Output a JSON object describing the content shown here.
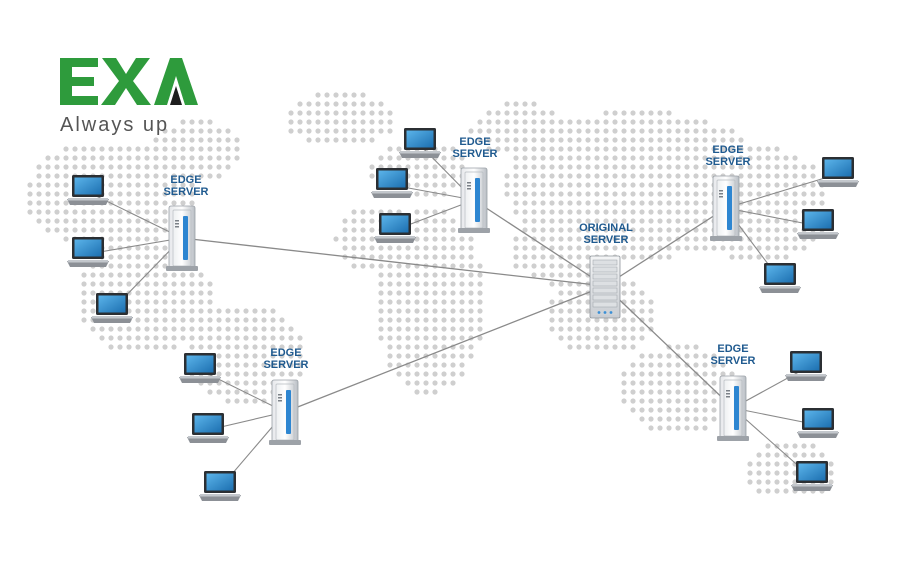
{
  "brand": {
    "logo_text": "EXA",
    "tagline": "Always up",
    "color": "#2e9b3c"
  },
  "colors": {
    "label": "#1f5a8f",
    "dot": "#cfcfcf",
    "link": "#8a8a8a"
  },
  "diagram": {
    "origin": {
      "label_line1": "ORIGINAL",
      "label_line2": "SERVER"
    },
    "edges": [
      {
        "id": "edge-west",
        "label_line1": "EDGE",
        "label_line2": "SERVER",
        "clients": 3
      },
      {
        "id": "edge-north",
        "label_line1": "EDGE",
        "label_line2": "SERVER",
        "clients": 3
      },
      {
        "id": "edge-southwest",
        "label_line1": "EDGE",
        "label_line2": "SERVER",
        "clients": 3
      },
      {
        "id": "edge-northeast",
        "label_line1": "EDGE",
        "label_line2": "SERVER",
        "clients": 3
      },
      {
        "id": "edge-southeast",
        "label_line1": "EDGE",
        "label_line2": "SERVER",
        "clients": 3
      }
    ]
  }
}
